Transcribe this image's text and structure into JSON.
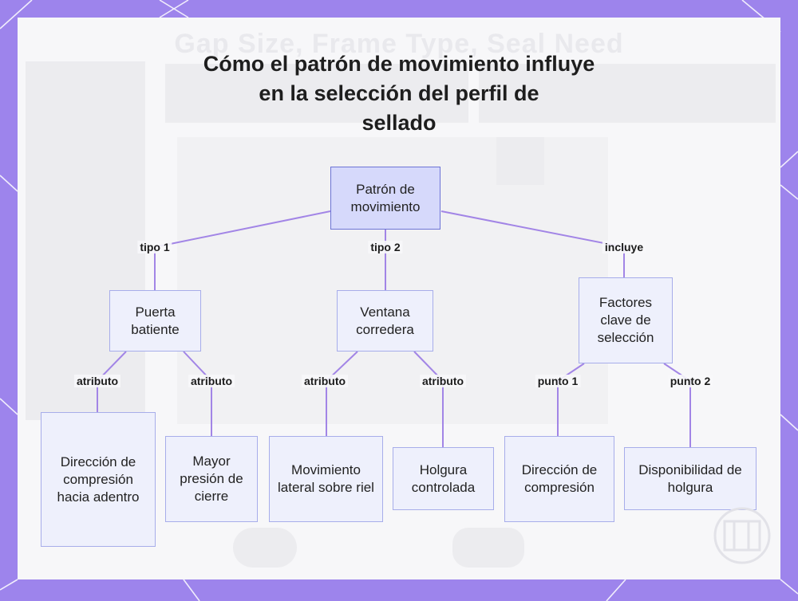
{
  "title": {
    "line1": "Cómo el patrón de movimiento influye",
    "line2": "en la selección del perfil de",
    "line3": "sellado"
  },
  "nodes": {
    "root": "Patrón de movimiento",
    "puerta": "Puerta batiente",
    "ventana": "Ventana corredera",
    "factores": "Factores clave de selección",
    "direccion_adentro": "Dirección de compresión hacia adentro",
    "mayor_presion": "Mayor presión de cierre",
    "movimiento_lateral": "Movimiento lateral sobre riel",
    "holgura_controlada": "Holgura controlada",
    "direccion_compresion": "Dirección de compresión",
    "disponibilidad": "Disponibilidad de holgura"
  },
  "edges": {
    "tipo1": "tipo 1",
    "tipo2": "tipo 2",
    "incluye": "incluye",
    "atributo_a": "atributo",
    "atributo_b": "atributo",
    "atributo_c": "atributo",
    "atributo_d": "atributo",
    "punto1": "punto 1",
    "punto2": "punto 2"
  },
  "colors": {
    "frame": "#9d84ec",
    "edge": "#a285e6",
    "node_fill": "#eef0fc",
    "root_fill": "#d6d9fb"
  }
}
